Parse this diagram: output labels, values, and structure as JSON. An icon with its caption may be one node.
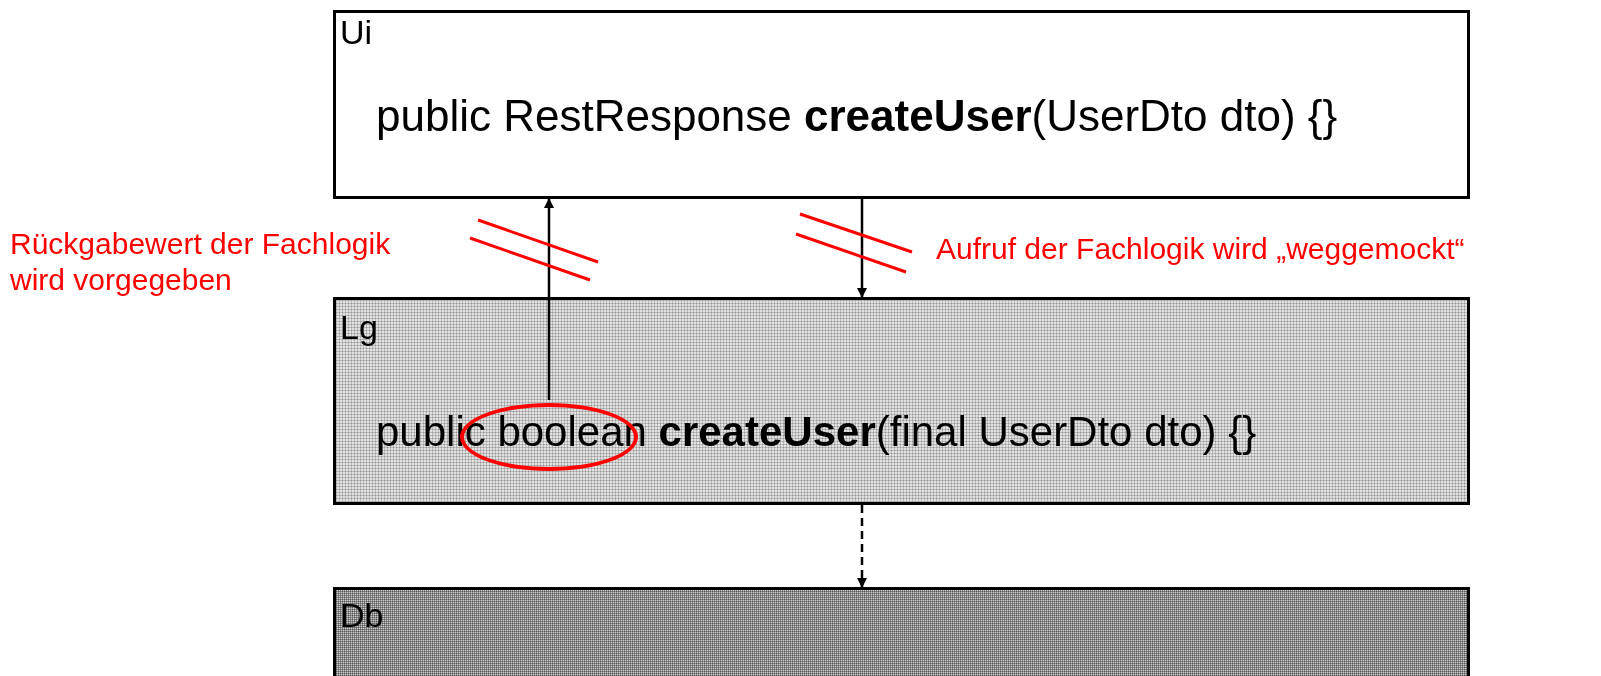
{
  "diagram": {
    "nodes": [
      {
        "text": [
          "Ui",
          "public RestResponse **createUser**(UserDto dto) {}"
        ]
      },
      {
        "text": [
          "Lg",
          "public boolean **createUser**(final UserDto dto) {}"
        ]
      },
      {
        "text": [
          "Db"
        ]
      },
      {
        "text": [],
        "shape": "ellipse",
        "in": 1
      }
    ],
    "edges": [
      {
        "from": 3,
        "to": 0,
        "arrow": "to"
      },
      {
        "from": 0,
        "to": 1,
        "arrow": "to"
      },
      {
        "from": 1,
        "to": 2,
        "arrow": "to",
        "style": "dashed"
      }
    ],
    "labels": [
      "Rückgabewert der Fachlogik wird vorgegeben",
      "Aufruf der Fachlogik wird „weggemockt“"
    ]
  }
}
